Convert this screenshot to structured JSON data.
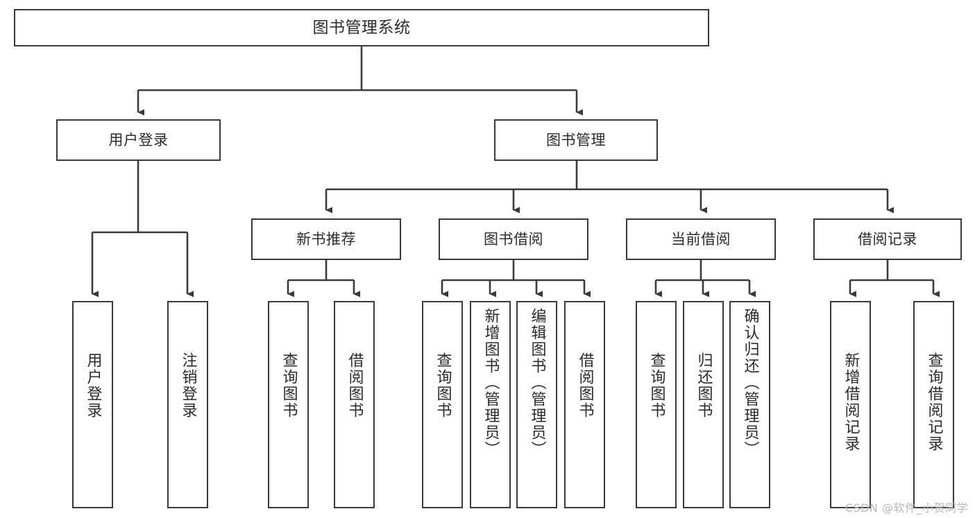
{
  "diagram": {
    "title": "图书管理系统",
    "type": "hierarchy-tree",
    "background_color": "#ffffff",
    "line_color": "#3a3a3a",
    "text_color": "#2b2b2b",
    "levels": 4
  },
  "root": {
    "label": "图书管理系统"
  },
  "level2": [
    {
      "label": "用户登录"
    },
    {
      "label": "图书管理"
    }
  ],
  "level3": [
    {
      "label": "新书推荐"
    },
    {
      "label": "图书借阅"
    },
    {
      "label": "当前借阅"
    },
    {
      "label": "借阅记录"
    }
  ],
  "leaves": {
    "user_login": [
      {
        "label": "用户登录"
      },
      {
        "label": "注销登录"
      }
    ],
    "new_book_recommend": [
      {
        "label": "查询图书"
      },
      {
        "label": "借阅图书"
      }
    ],
    "book_borrow": [
      {
        "label": "查询图书"
      },
      {
        "label": "新增图书（管理员）"
      },
      {
        "label": "编辑图书（管理员）"
      },
      {
        "label": "借阅图书"
      }
    ],
    "current_borrow": [
      {
        "label": "查询图书"
      },
      {
        "label": "归还图书"
      },
      {
        "label": "确认归还（管理员）"
      }
    ],
    "borrow_record": [
      {
        "label": "新增借阅记录"
      },
      {
        "label": "查询借阅记录"
      }
    ]
  },
  "watermark": {
    "text": "CSDN @软件_小贺同学"
  }
}
